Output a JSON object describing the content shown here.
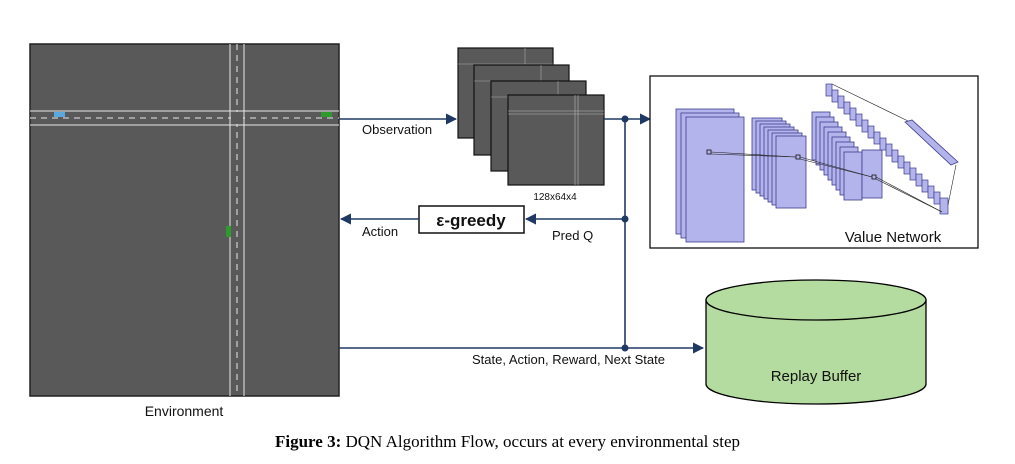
{
  "labels": {
    "environment": "Environment",
    "observation": "Observation",
    "frame_stack": "128x64x4",
    "action": "Action",
    "pred_q": "Pred Q",
    "egreedy": "ε-greedy",
    "value_network": "Value Network",
    "transition": "State, Action, Reward, Next State",
    "replay_buffer": "Replay Buffer"
  },
  "caption": {
    "prefix": "Figure 3:",
    "text": " DQN Algorithm Flow, occurs at every environmental step"
  },
  "colors": {
    "arrow": "#1f3864",
    "env_bg": "#595959",
    "road_line": "#e6e6e6",
    "network_layer_fill": "#b4b4ec",
    "network_layer_stroke": "#3b3b8c",
    "replay_buffer_fill": "#b5dca0",
    "replay_buffer_stroke": "#000000",
    "car_blue": "#5aa8e0",
    "car_green": "#2e9a2e"
  }
}
